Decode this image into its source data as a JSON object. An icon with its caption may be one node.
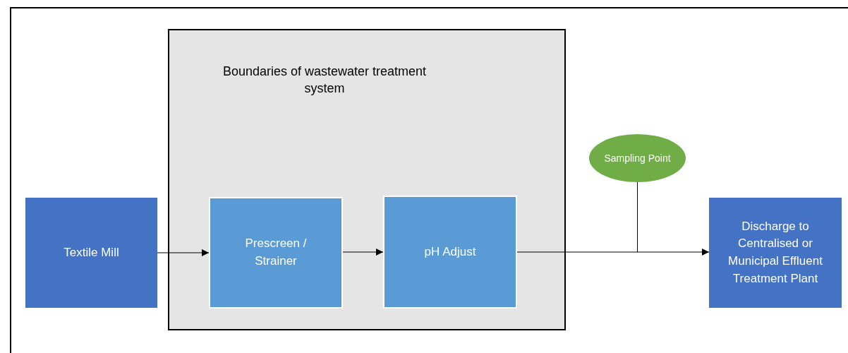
{
  "diagram": {
    "nodes": [
      {
        "text": [
          "Boundaries of wastewater treatment system"
        ]
      },
      {
        "text": [
          "Textile Mill"
        ]
      },
      {
        "text": [
          "Prescreen / Strainer"
        ],
        "in": 0
      },
      {
        "text": [
          "pH Adjust"
        ],
        "in": 0
      },
      {
        "text": [
          "Sampling Point"
        ]
      },
      {
        "text": [
          "Discharge to Centralised or Municipal Effluent Treatment Plant"
        ]
      }
    ],
    "edges": [
      {
        "from": 1,
        "to": 2,
        "arrow": "to"
      },
      {
        "from": 2,
        "to": 3,
        "arrow": "to"
      },
      {
        "from": 3,
        "to": 5,
        "arrow": "to"
      },
      {
        "from": 4,
        "to": null,
        "arrow": "none"
      }
    ]
  }
}
